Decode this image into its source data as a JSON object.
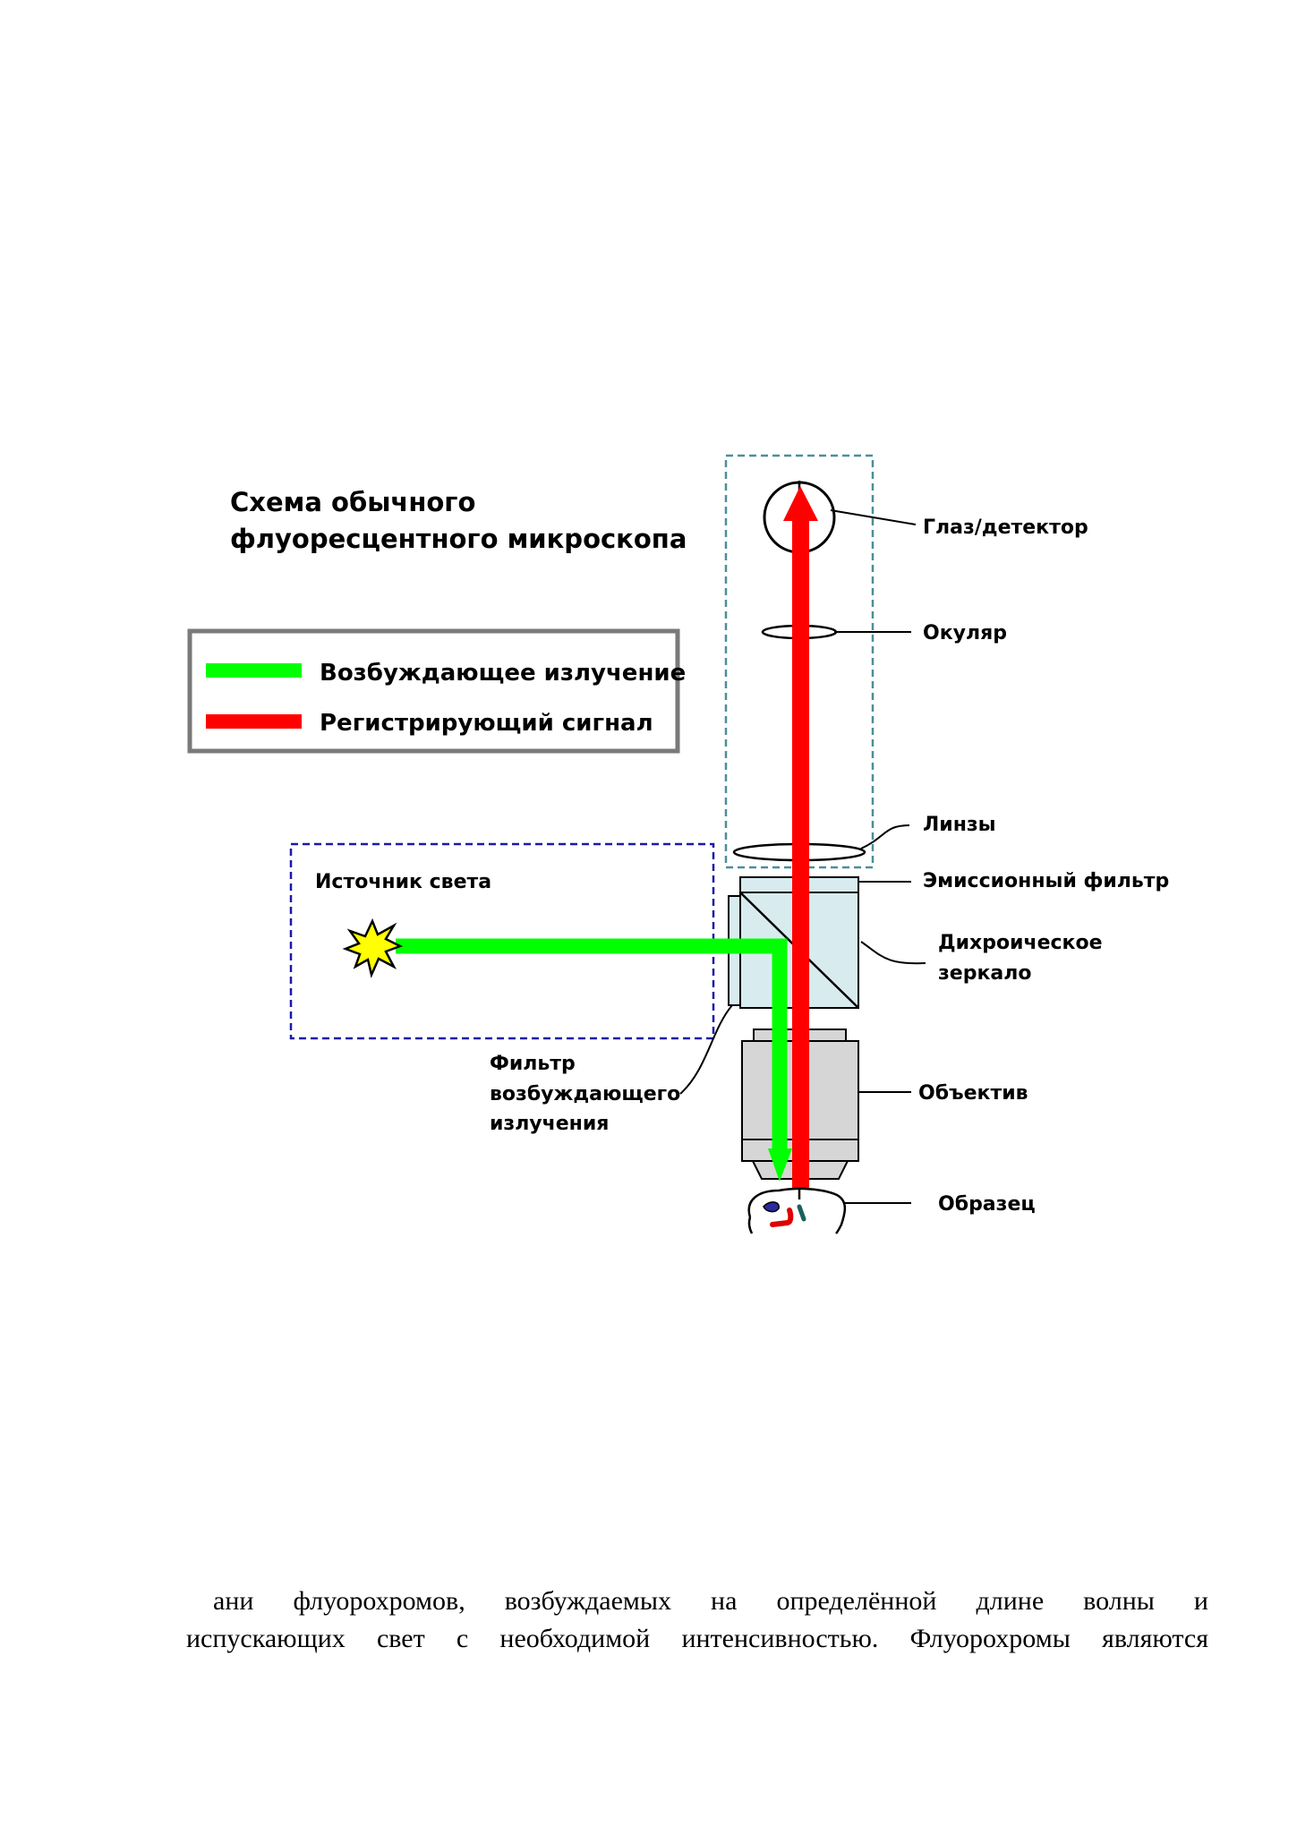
{
  "diagram": {
    "title_line1": "Схема обычного",
    "title_line2": "флуоресцентного микроскопа",
    "legend": {
      "excitation": "Возбуждающее излучение",
      "signal": "Регистрирующий сигнал"
    },
    "labels": {
      "eye_detector": "Глаз/детектор",
      "eyepiece": "Окуляр",
      "lenses": "Линзы",
      "emission_filter": "Эмиссионный фильтр",
      "dichroic_line1": "Дихроическое",
      "dichroic_line2": "зеркало",
      "objective": "Объектив",
      "sample": "Образец",
      "light_source": "Источник света",
      "excitation_filter_line1": "Фильтр",
      "excitation_filter_line2": "возбуждающего",
      "excitation_filter_line3": "излучения"
    },
    "colors": {
      "excitation": "#00ff00",
      "signal": "#ff0000",
      "detector_box": "#4a8f99",
      "source_box": "#1a1aa8",
      "filter_glass": "#d8ecef"
    }
  },
  "text": {
    "line1": "ани флуорохромов, возбуждаемых на определённой длине волны и",
    "line2": "испускающих свет с необходимой интенсивностью. Флуорохромы являются"
  }
}
